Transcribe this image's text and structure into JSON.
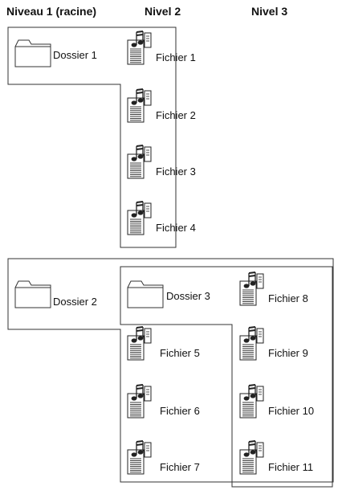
{
  "headers": {
    "level1": "Niveau 1 (racine)",
    "level2": "Nivel 2",
    "level3": "Nivel 3"
  },
  "group1": {
    "root": {
      "label": "Dossier 1",
      "icon": "folder-icon"
    },
    "files": [
      "Fichier 1",
      "Fichier 2",
      "Fichier 3",
      "Fichier 4"
    ]
  },
  "group2": {
    "root": {
      "label": "Dossier 2",
      "icon": "folder-icon"
    },
    "subfolder": {
      "label": "Dossier 3",
      "icon": "folder-icon"
    },
    "level2_files": [
      "Fichier 5",
      "Fichier 6",
      "Fichier 7"
    ],
    "level3_files": [
      "Fichier 8",
      "Fichier 9",
      "Fichier 10",
      "Fichier 11"
    ]
  },
  "file_icon": "music-file-icon",
  "colors": {
    "line": "#333333",
    "icon": "#222222"
  }
}
